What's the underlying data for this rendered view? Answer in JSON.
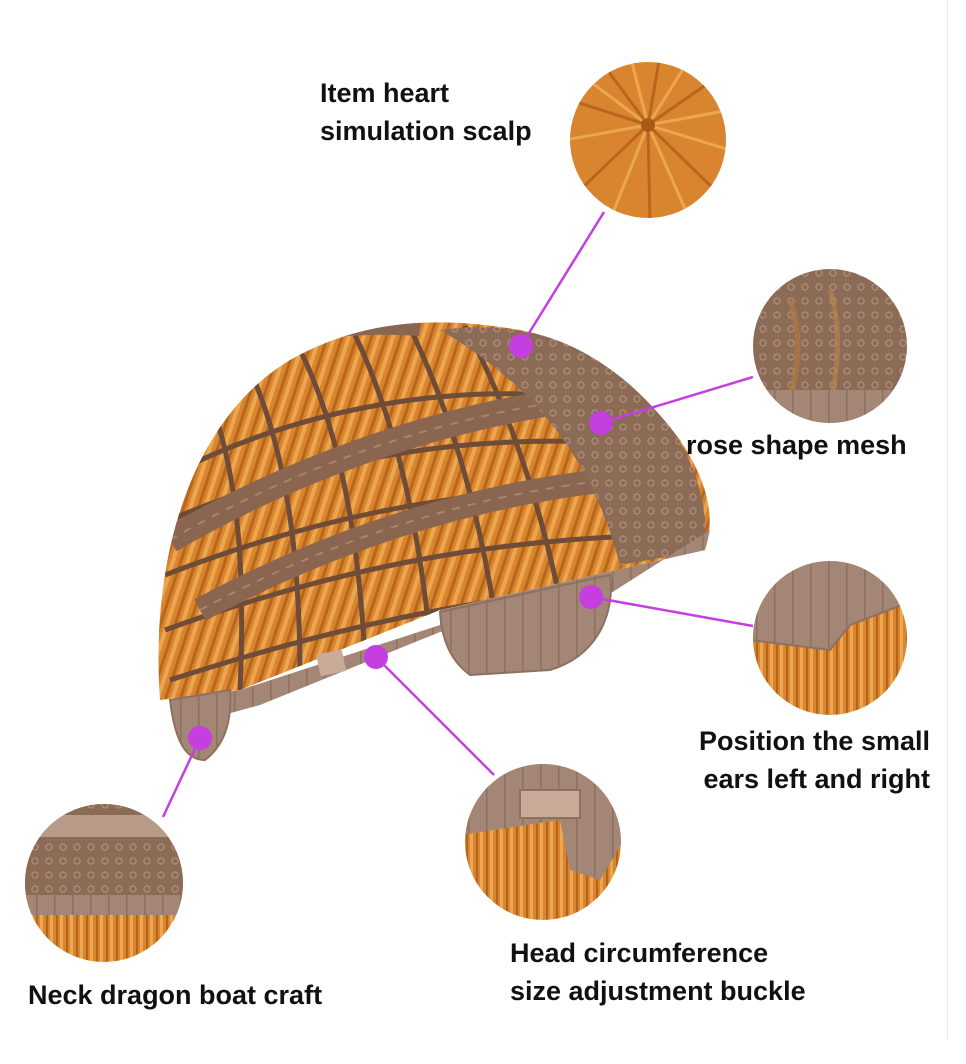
{
  "colors": {
    "background": "#ffffff",
    "label_text": "#111111",
    "callout_accent": "#c53fe0",
    "hair_light": "#e89a3c",
    "hair_mid": "#d07a22",
    "hair_dark": "#9a5214",
    "cap_mesh": "#8a6650",
    "cap_mesh_dark": "#6b4a38",
    "cap_band": "#a58878"
  },
  "labels": {
    "scalp": [
      "Item heart",
      "simulation scalp"
    ],
    "mesh": [
      "rose shape mesh"
    ],
    "ears": [
      "Position the small",
      "ears left and right"
    ],
    "buckle": [
      "Head circumference",
      "size adjustment buckle"
    ],
    "neck": [
      "Neck dragon boat craft"
    ]
  },
  "icons": {
    "callout_dot": "filled-circle-marker",
    "detail_image": "circular-photo-inset"
  }
}
